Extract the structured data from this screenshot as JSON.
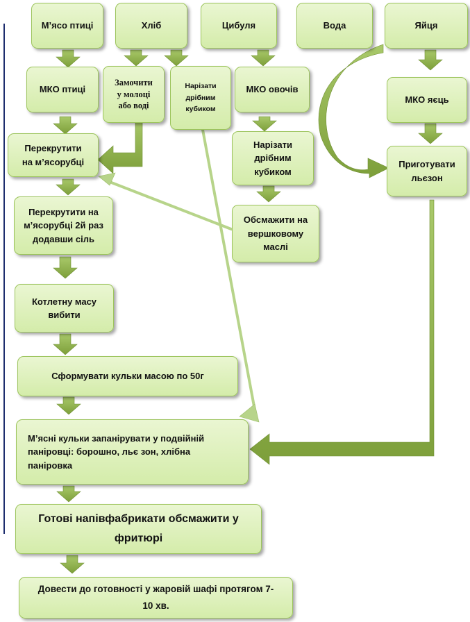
{
  "nodes": {
    "poultry": "М’ясо птиці",
    "bread": "Хліб",
    "onion": "Цибуля",
    "water": "Вода",
    "eggs": "Яйця",
    "mko_poultry": "МКО птиці",
    "soak": "Замочити\nу молоці\nабо воді",
    "cut_bread": "Нарізати\nдрібним\nкубиком",
    "mko_veg": "МКО овочів",
    "cut_onion": "Нарізати\nдрібним\nкубиком",
    "mko_eggs": "МКО яєць",
    "mince1": "Перекрутити\nна м’ясорубці",
    "lezon": "Приготувати\nльєзон",
    "mince2": "Перекрутити на\nм’ясорубці 2й раз\nдодавши сіль",
    "fry_butter": "Обсмажити на\nвершковому\nмаслі",
    "beat": "Котлетну масу\nвибити",
    "form": "Сформувати кульки масою по 50г",
    "bread_coat": "М’ясні кульки запанірувати у подвійній\nпаніровці: борошно, льє зон, хлібна\nпаніровка",
    "deep_fry": "Готові напівфабрикати обсмажити у\nфритюрі",
    "finish": "Довести до готовності у жаровій шафі протягом 7-\n10 хв."
  },
  "colors": {
    "box_fill": "#d4ecaa",
    "box_border": "#9cc45c",
    "arrow": "#8aad45",
    "margin_line": "#1d2d6e"
  }
}
